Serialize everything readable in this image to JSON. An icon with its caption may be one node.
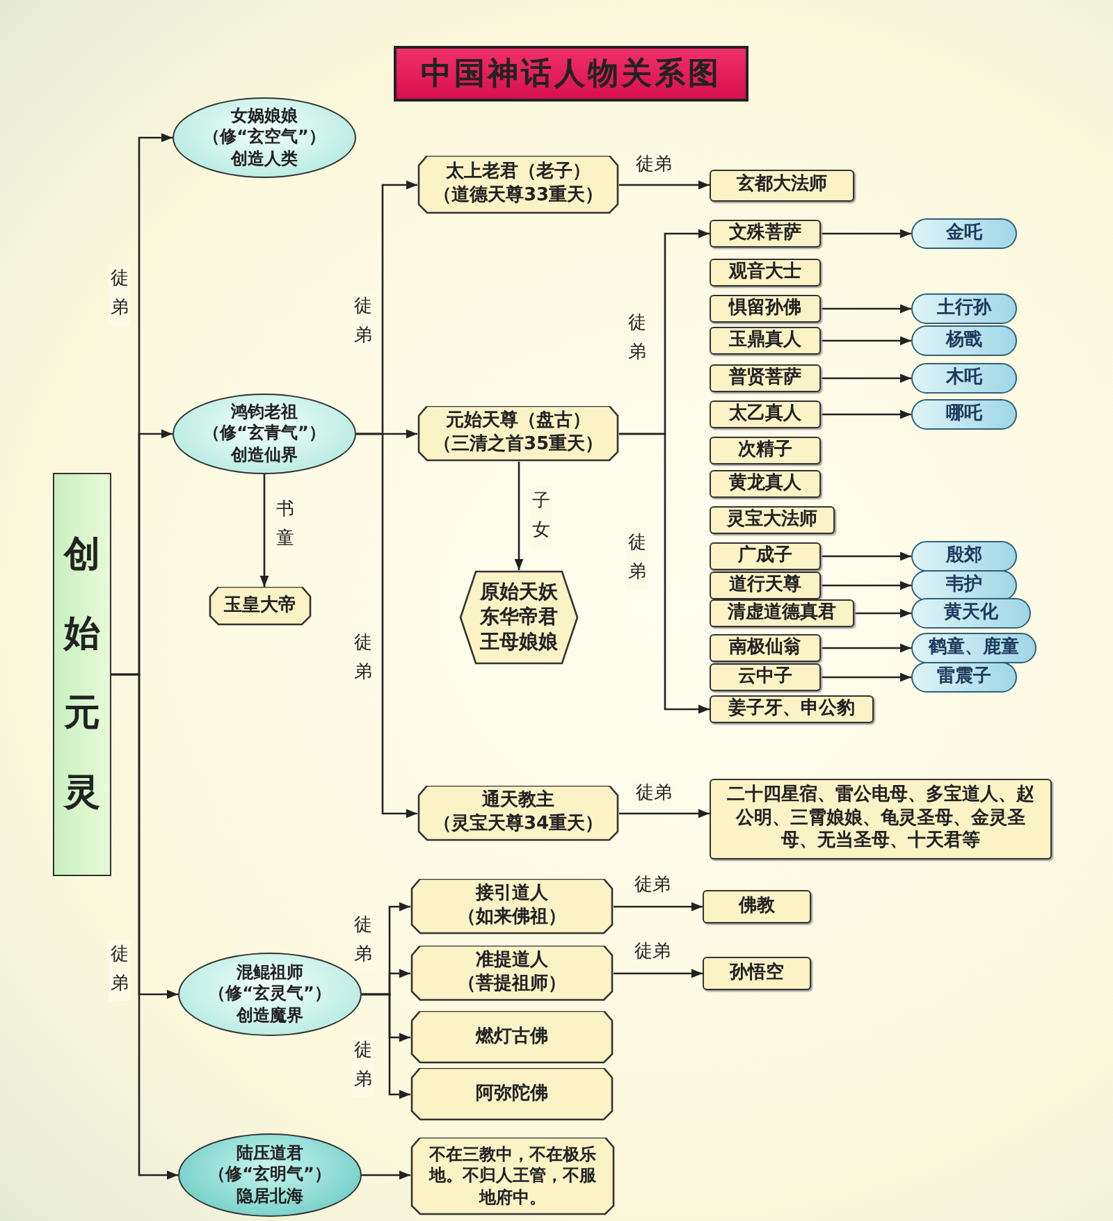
{
  "diagram": {
    "title": "中国神话人物关系图",
    "nodes": [
      {
        "text": [
          "创始元灵"
        ]
      },
      {
        "text": [
          "女娲娘娘",
          "（修“玄空气”）",
          "创造人类"
        ]
      },
      {
        "text": [
          "鸿钧老祖",
          "（修“玄青气”）",
          "创造仙界"
        ]
      },
      {
        "text": [
          "混鲲祖师",
          "（修“玄灵气”）",
          "创造魔界"
        ]
      },
      {
        "text": [
          "陆压道君",
          "（修“玄明气”）",
          "隐居北海"
        ]
      },
      {
        "text": [
          "玉皇大帝"
        ]
      },
      {
        "text": [
          "太上老君（老子）",
          "（道德天尊33重天）"
        ]
      },
      {
        "text": [
          "元始天尊（盘古）",
          "（三清之首35重天）"
        ]
      },
      {
        "text": [
          "原始天妖",
          "东华帝君",
          "王母娘娘"
        ]
      },
      {
        "text": [
          "通天教主",
          "（灵宝天尊34重天）"
        ]
      },
      {
        "text": [
          "玄都大法师"
        ]
      },
      {
        "text": [
          "文殊菩萨"
        ]
      },
      {
        "text": [
          "观音大士"
        ]
      },
      {
        "text": [
          "惧留孙佛"
        ]
      },
      {
        "text": [
          "玉鼎真人"
        ]
      },
      {
        "text": [
          "普贤菩萨"
        ]
      },
      {
        "text": [
          "太乙真人"
        ]
      },
      {
        "text": [
          "次精子"
        ]
      },
      {
        "text": [
          "黄龙真人"
        ]
      },
      {
        "text": [
          "灵宝大法师"
        ]
      },
      {
        "text": [
          "广成子"
        ]
      },
      {
        "text": [
          "道行天尊"
        ]
      },
      {
        "text": [
          "清虚道德真君"
        ]
      },
      {
        "text": [
          "南极仙翁"
        ]
      },
      {
        "text": [
          "云中子"
        ]
      },
      {
        "text": [
          "姜子牙、申公豹"
        ]
      },
      {
        "text": [
          "金吒"
        ]
      },
      {
        "text": [
          "土行孙"
        ]
      },
      {
        "text": [
          "杨戬"
        ]
      },
      {
        "text": [
          "木吒"
        ]
      },
      {
        "text": [
          "哪吒"
        ]
      },
      {
        "text": [
          "殷郊"
        ]
      },
      {
        "text": [
          "韦护"
        ]
      },
      {
        "text": [
          "黄天化"
        ]
      },
      {
        "text": [
          "鹤童、鹿童"
        ]
      },
      {
        "text": [
          "雷震子"
        ]
      },
      {
        "text": [
          "二十四星宿、雷公电母、多宝道人、赵公明、三霄娘娘、龟灵圣母、金灵圣母、无当圣母、十天君等"
        ]
      },
      {
        "text": [
          "接引道人",
          "（如来佛祖）"
        ]
      },
      {
        "text": [
          "准提道人",
          "（菩提祖师）"
        ]
      },
      {
        "text": [
          "燃灯古佛"
        ]
      },
      {
        "text": [
          "阿弥陀佛"
        ]
      },
      {
        "text": [
          "佛教"
        ]
      },
      {
        "text": [
          "孙悟空"
        ]
      },
      {
        "text": [
          "不在三教中，不在极乐地。不归人王管，不服地府中。"
        ]
      }
    ],
    "edges": [
      {
        "from": 0,
        "to": 1,
        "arrow": "to",
        "label": "徒弟"
      },
      {
        "from": 0,
        "to": 2,
        "arrow": "to"
      },
      {
        "from": 0,
        "to": 3,
        "arrow": "to",
        "label": "徒弟"
      },
      {
        "from": 0,
        "to": 4,
        "arrow": "to"
      },
      {
        "from": 2,
        "to": 5,
        "arrow": "to",
        "label": "书童"
      },
      {
        "from": 2,
        "to": 6,
        "arrow": "to",
        "label": "徒弟"
      },
      {
        "from": 2,
        "to": 7,
        "arrow": "to"
      },
      {
        "from": 2,
        "to": 9,
        "arrow": "to",
        "label": "徒弟"
      },
      {
        "from": 6,
        "to": 10,
        "arrow": "to",
        "label": "徒弟"
      },
      {
        "from": 7,
        "to": 8,
        "arrow": "to",
        "label": "子女"
      },
      {
        "from": 7,
        "to": 11,
        "arrow": "to",
        "label": "徒弟"
      },
      {
        "from": 7,
        "to": 25,
        "arrow": "to",
        "label": "徒弟"
      },
      {
        "from": 11,
        "to": 26,
        "arrow": "to"
      },
      {
        "from": 13,
        "to": 27,
        "arrow": "to"
      },
      {
        "from": 14,
        "to": 28,
        "arrow": "to"
      },
      {
        "from": 15,
        "to": 29,
        "arrow": "to"
      },
      {
        "from": 16,
        "to": 30,
        "arrow": "to"
      },
      {
        "from": 20,
        "to": 31,
        "arrow": "to"
      },
      {
        "from": 21,
        "to": 32,
        "arrow": "to"
      },
      {
        "from": 22,
        "to": 33,
        "arrow": "to"
      },
      {
        "from": 23,
        "to": 34,
        "arrow": "to"
      },
      {
        "from": 24,
        "to": 35,
        "arrow": "to"
      },
      {
        "from": 9,
        "to": 36,
        "arrow": "to",
        "label": "徒弟"
      },
      {
        "from": 3,
        "to": 37,
        "arrow": "to",
        "label": "徒弟"
      },
      {
        "from": 3,
        "to": 38,
        "arrow": "to"
      },
      {
        "from": 3,
        "to": 39,
        "arrow": "to"
      },
      {
        "from": 3,
        "to": 40,
        "arrow": "to",
        "label": "徒弟"
      },
      {
        "from": 37,
        "to": 41,
        "arrow": "to",
        "label": "徒弟"
      },
      {
        "from": 38,
        "to": 42,
        "arrow": "to",
        "label": "徒弟"
      },
      {
        "from": 4,
        "to": 43,
        "arrow": "to"
      }
    ]
  }
}
